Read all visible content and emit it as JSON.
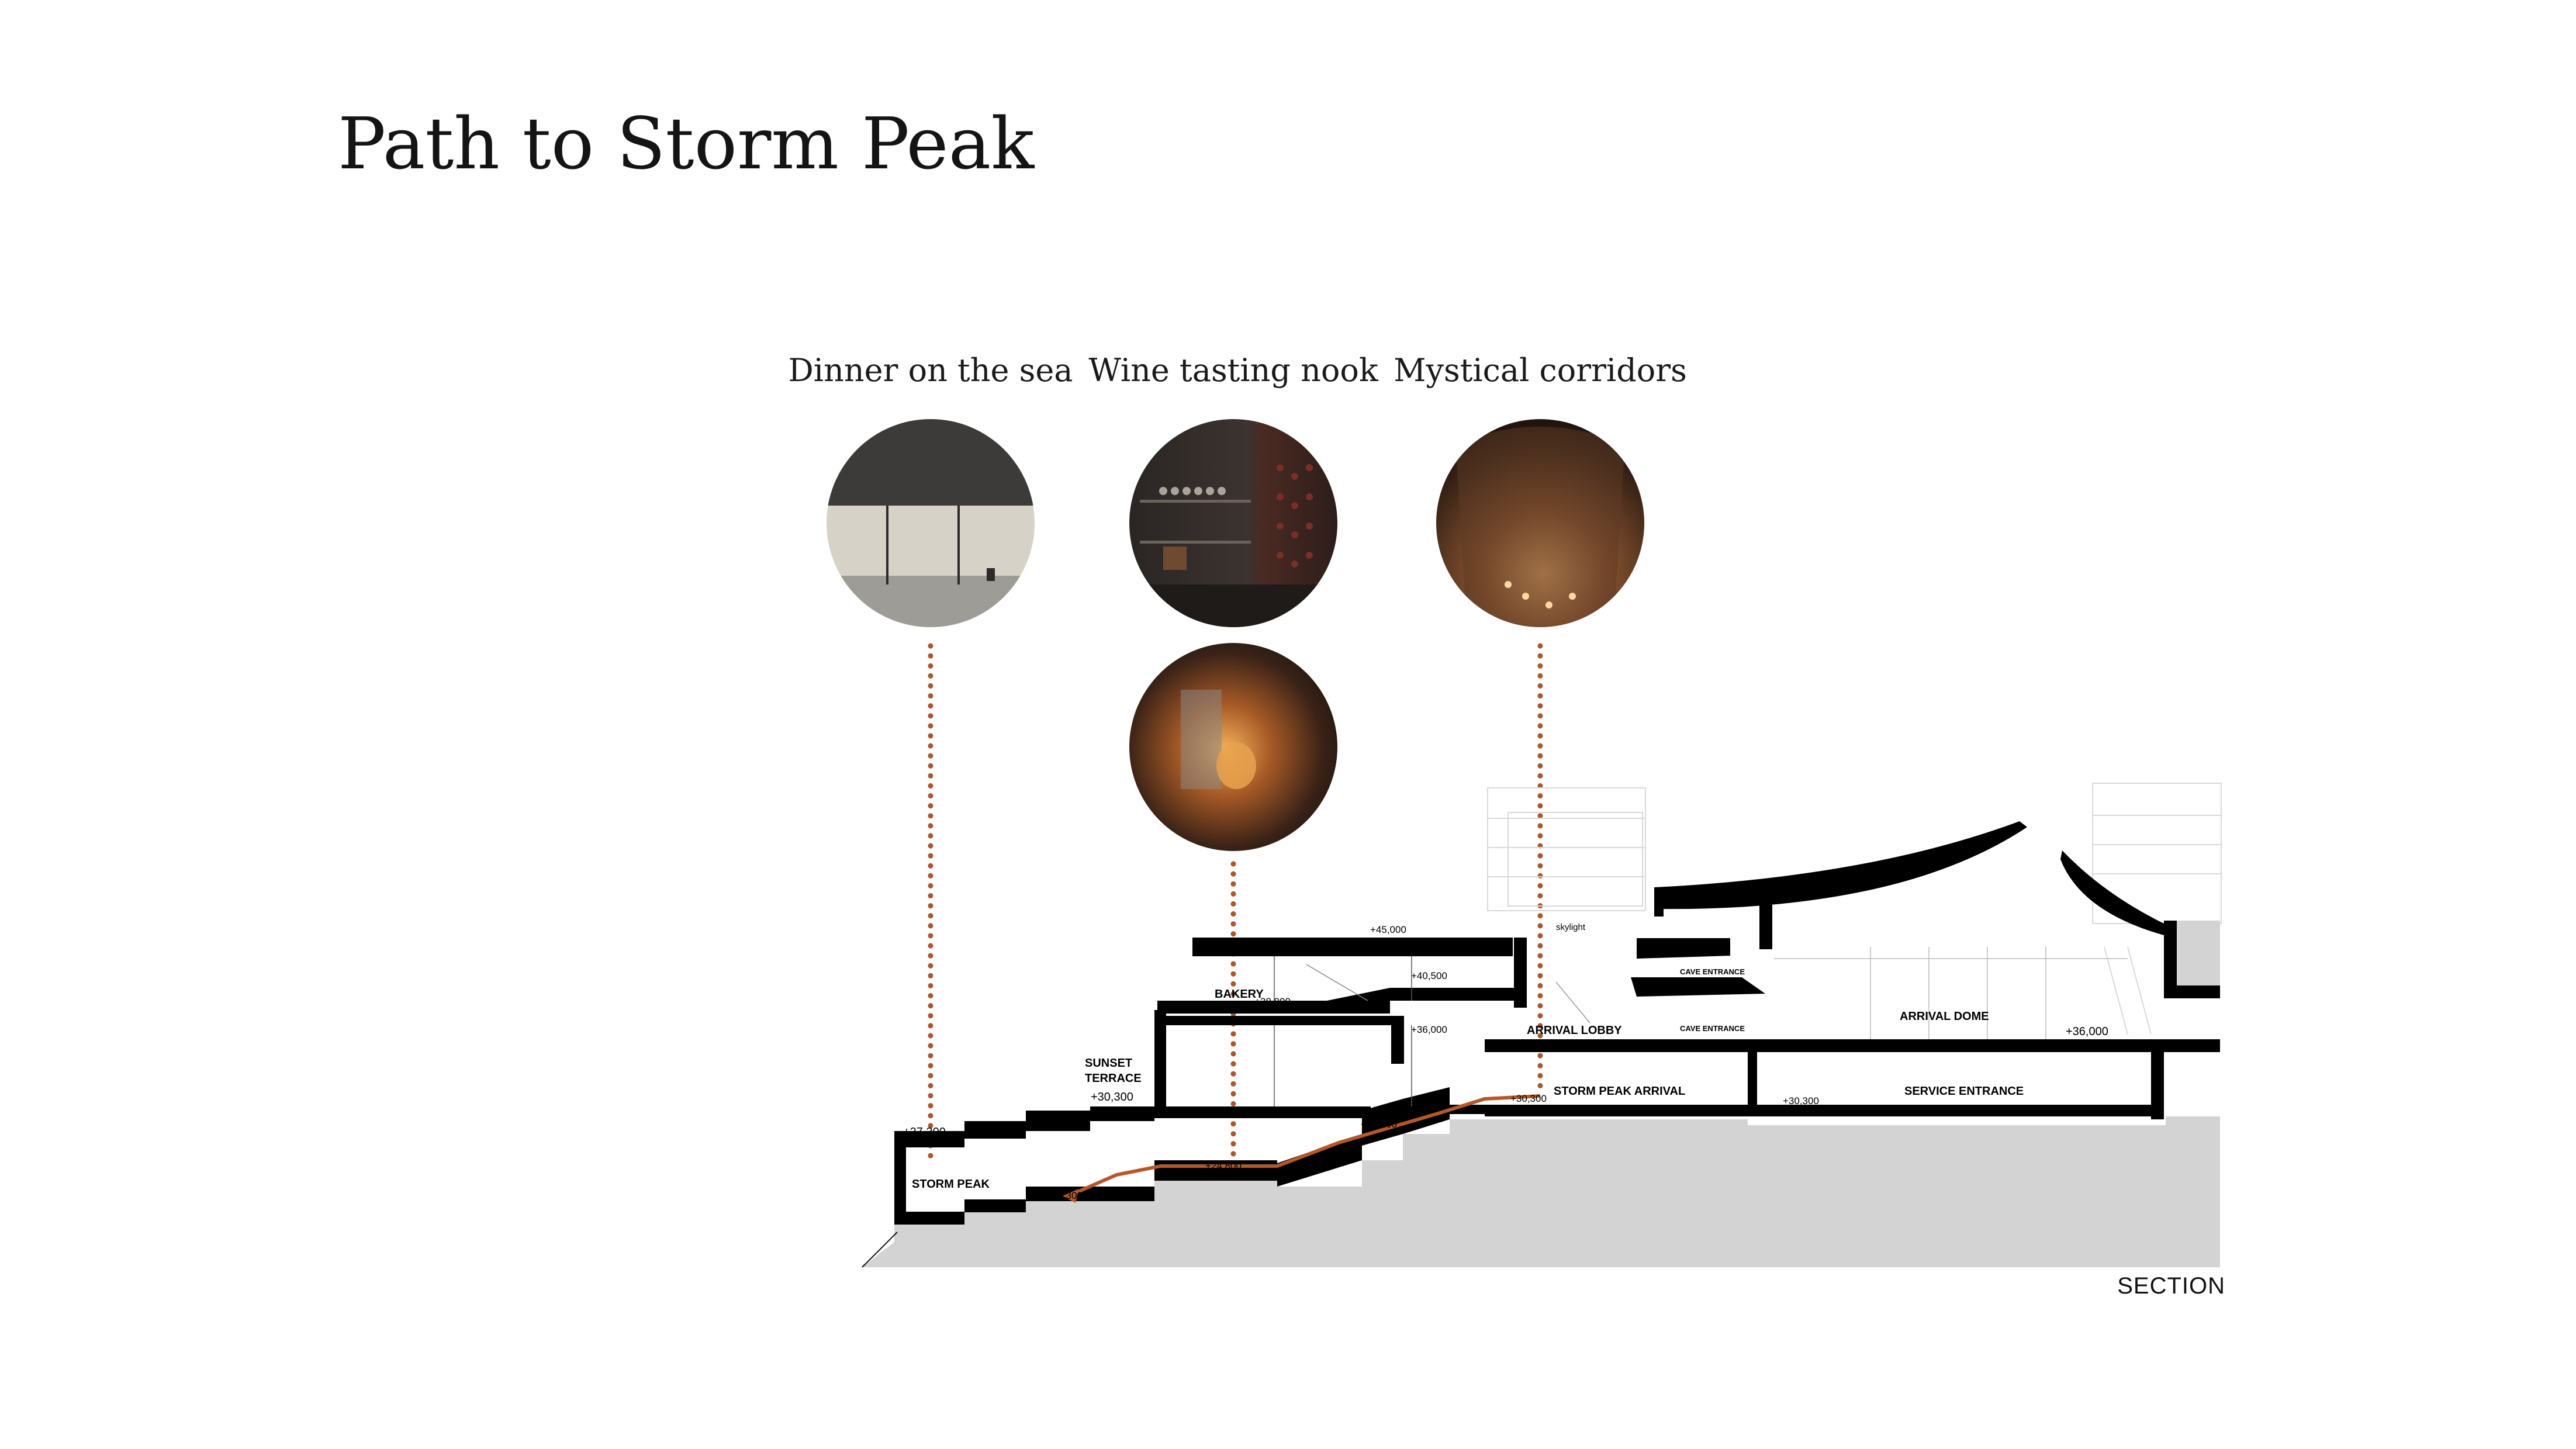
{
  "title": "Path to Storm Peak",
  "captions": {
    "dinner": "Dinner on the sea",
    "wine": "Wine tasting nook",
    "corridors": "Mystical corridors"
  },
  "section_label": "SECTION",
  "labels": {
    "storm_peak": "STORM PEAK",
    "sunset_terrace_1": "SUNSET",
    "sunset_terrace_2": "TERRACE",
    "bakery": "BAKERY",
    "arrival_lobby": "ARRIVAL LOBBY",
    "storm_peak_arrival": "STORM PEAK ARRIVAL",
    "service_entrance": "SERVICE ENTRANCE",
    "arrival_dome": "ARRIVAL DOME",
    "cave_entrance_upper": "CAVE ENTRANCE",
    "cave_entrance_lower": "CAVE ENTRANCE",
    "skylight": "skylight"
  },
  "levels": {
    "l_45000": "+45,000",
    "l_40500": "+40,500",
    "l_38800": "+38,800",
    "l_36000_a": "+36,000",
    "l_36000_b": "+36,000",
    "l_30300_a": "+30,300",
    "l_30300_b": "+30,300",
    "l_30300_c": "+30,300",
    "l_28200": "+28,200",
    "l_27300": "+27,300",
    "l_24800": "+24,800",
    "l_22300": "+22,300"
  },
  "colors": {
    "path": "#b4582a",
    "dots": "#a9582e",
    "ground": "#d3d3d3",
    "structure": "#000000"
  }
}
